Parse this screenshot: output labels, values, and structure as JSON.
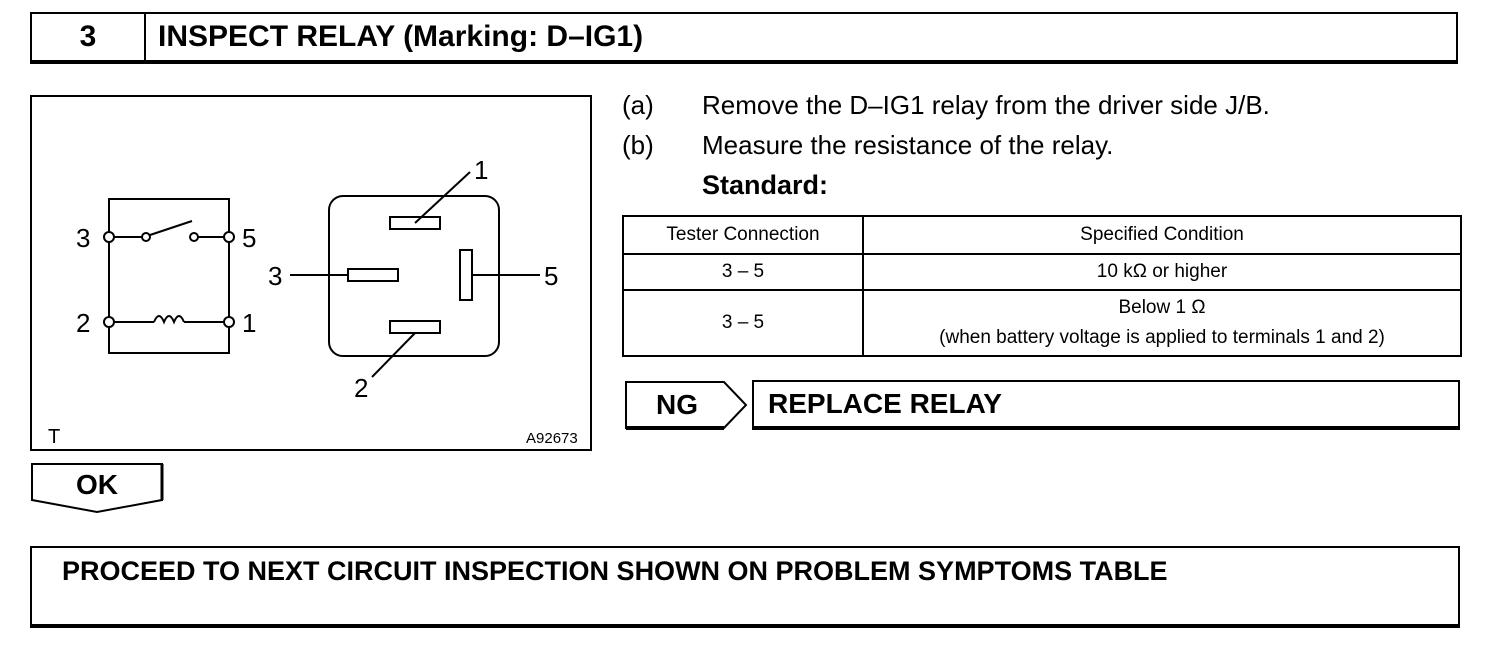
{
  "header": {
    "step_number": "3",
    "title": "INSPECT RELAY (Marking: D–IG1)"
  },
  "figure": {
    "schematic_labels": {
      "t3": "3",
      "t5": "5",
      "t2": "2",
      "t1": "1"
    },
    "relay_labels": {
      "p1": "1",
      "p3": "3",
      "p5": "5",
      "p2": "2"
    },
    "corner_left": "T",
    "code": "A92673"
  },
  "instructions": [
    {
      "marker": "(a)",
      "text": "Remove the D–IG1 relay from the driver side J/B."
    },
    {
      "marker": "(b)",
      "text": "Measure the resistance of the relay."
    }
  ],
  "standard_label": "Standard:",
  "table": {
    "headers": [
      "Tester Connection",
      "Specified Condition"
    ],
    "rows": [
      {
        "connection": "3 – 5",
        "condition_line1": "10 kΩ or higher",
        "condition_line2": ""
      },
      {
        "connection": "3 – 5",
        "condition_line1": "Below 1 Ω",
        "condition_line2": "(when battery voltage is applied to terminals 1 and 2)"
      }
    ]
  },
  "ng": {
    "label": "NG",
    "action": "REPLACE RELAY"
  },
  "ok": {
    "label": "OK"
  },
  "next": {
    "text": "PROCEED TO NEXT CIRCUIT INSPECTION SHOWN ON PROBLEM SYMPTOMS TABLE"
  }
}
